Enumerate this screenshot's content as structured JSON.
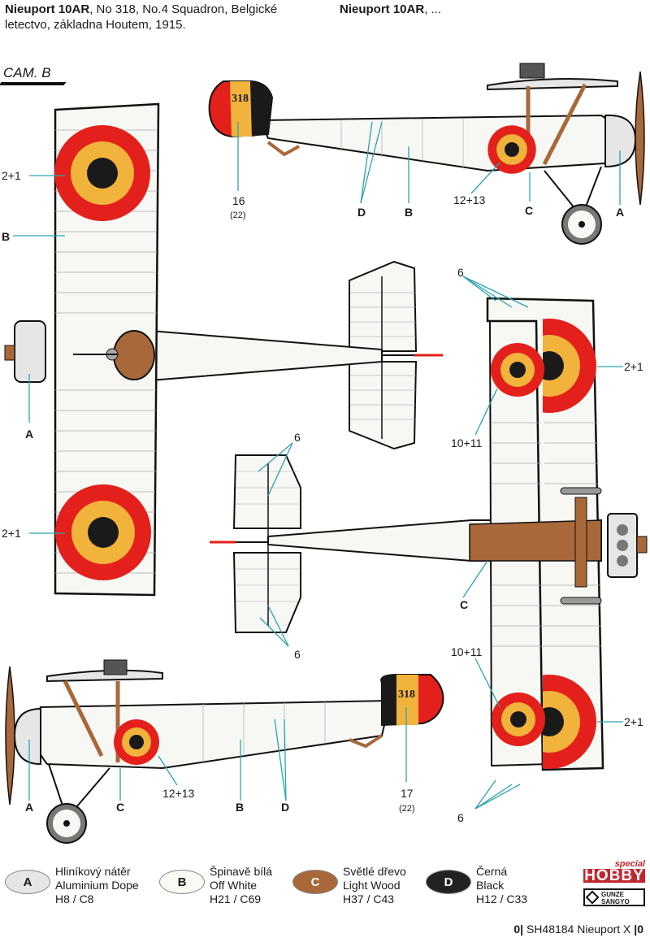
{
  "header": {
    "left_bold": "Nieuport 10AR",
    "left_rest": ", No 318, No.4 Squadron, Belgické letectvo, základna Houtem, 1915.",
    "right_bold": "Nieuport 10AR",
    "right_rest": ", ..."
  },
  "camo_label": "CAM. B",
  "serial": "318",
  "callouts": {
    "a": "A",
    "b": "B",
    "c": "C",
    "d": "D",
    "roundel": "2+1",
    "fuselage_roundel": "12+13",
    "wing_roundel": "10+11",
    "stencil": "6",
    "tail_right": "16",
    "tail_right_sub": "(22)",
    "tail_left": "17",
    "tail_left_sub": "(22)"
  },
  "legend": [
    {
      "code": "A",
      "cz": "Hliníkový nátěr",
      "en": "Aluminium Dope",
      "ref": "H8 / C8",
      "color": "#e6e6e6",
      "text_color": "#1a1a1a"
    },
    {
      "code": "B",
      "cz": "Špinavě bílá",
      "en": "Off White",
      "ref": "H21 / C69",
      "color": "#fafaf5",
      "text_color": "#1a1a1a"
    },
    {
      "code": "C",
      "cz": "Světlé dřevo",
      "en": "Light Wood",
      "ref": "H37 / C43",
      "color": "#a8683a",
      "text_color": "#ffffff"
    },
    {
      "code": "D",
      "cz": "Černá",
      "en": "Black",
      "ref": "H12 / C33",
      "color": "#222222",
      "text_color": "#ffffff"
    }
  ],
  "brands": {
    "special": "special",
    "hobby": "HOBBY",
    "gunze1": "GUNZE",
    "gunze2": "SANGYO"
  },
  "footer": {
    "page_a": "0|",
    "code": "SH48184",
    "title": "Nieuport X",
    "page_b": "|0"
  },
  "colors": {
    "roundel_red": "#e3201b",
    "roundel_yellow": "#f2b33d",
    "roundel_black": "#1a1a1a",
    "wood": "#a8683a",
    "leader": "#2ba3b0",
    "skin": "#f7f7f4"
  }
}
